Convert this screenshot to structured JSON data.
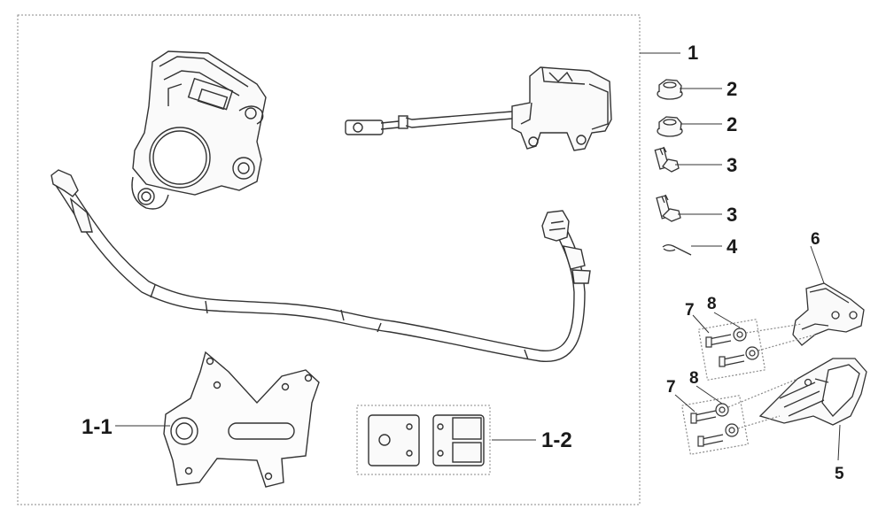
{
  "labels": {
    "assembly": "1",
    "nut_a": "2",
    "nut_b": "2",
    "bolt_a": "3",
    "bolt_b": "3",
    "pin": "4",
    "guard_lower": "5",
    "guard_upper": "6",
    "screw_upper": "7",
    "washer_upper": "8",
    "screw_lower": "7",
    "washer_lower": "8",
    "bracket": "1-1",
    "pads": "1-2"
  }
}
